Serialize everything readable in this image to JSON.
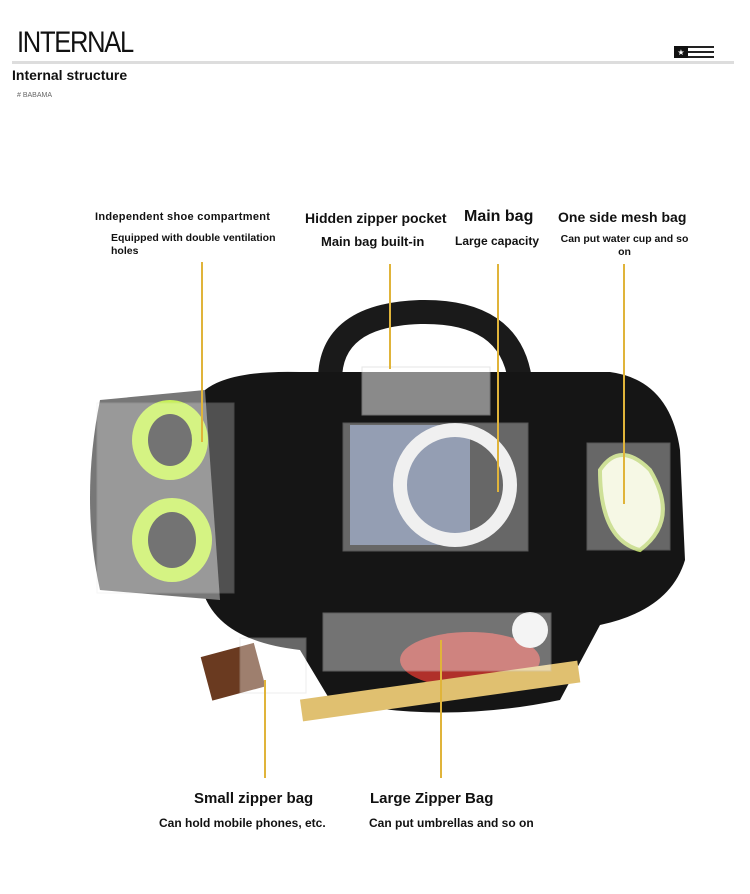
{
  "header": {
    "title": "INTERNAL",
    "subtitle": "Internal structure",
    "tag": "# BABAMA",
    "flag_icon": "flag-icon"
  },
  "callouts": {
    "shoe": {
      "title": "Independent shoe compartment",
      "desc": "Equipped with double ventilation holes"
    },
    "hidden": {
      "title": "Hidden zipper pocket",
      "desc": "Main bag built-in"
    },
    "main": {
      "title": "Main bag",
      "desc": "Large capacity"
    },
    "mesh": {
      "title": "One side mesh bag",
      "desc": "Can put water cup and so on"
    },
    "small": {
      "title": "Small zipper bag",
      "desc": "Can hold mobile phones, etc."
    },
    "large": {
      "title": "Large Zipper Bag",
      "desc": "Can put umbrellas and so on"
    }
  },
  "colors": {
    "leader": "#e0b43a",
    "bag": "#151515",
    "shoe": "#c8f05a"
  }
}
